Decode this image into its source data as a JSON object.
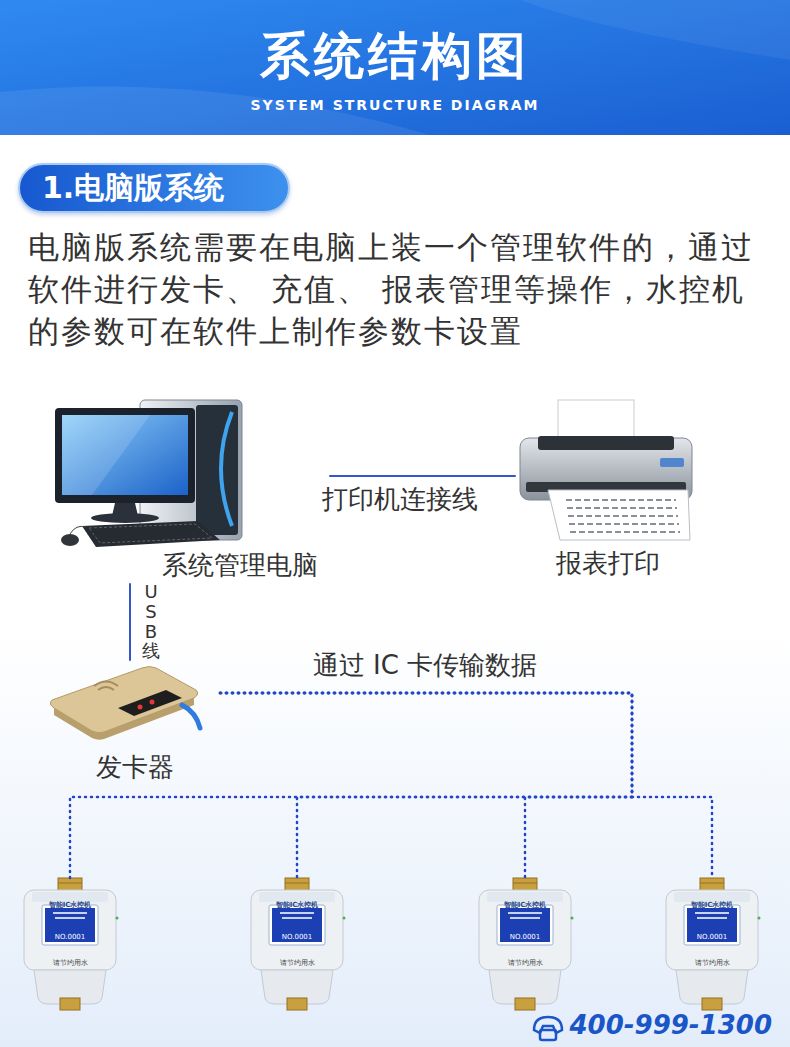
{
  "diagram": {
    "title": "系统结构图",
    "nodes": [
      {
        "text": [
          "1.电脑版系统"
        ]
      },
      {
        "text": [
          "系统管理电脑"
        ]
      },
      {
        "text": [
          "报表打印"
        ]
      },
      {
        "text": [
          "发卡器"
        ]
      },
      {
        "text": [
          "智能IC水控机",
          "NO.0001",
          "请节约用水"
        ]
      },
      {
        "text": [
          "智能IC水控机",
          "NO.0001",
          "请节约用水"
        ]
      },
      {
        "text": [
          "智能IC水控机",
          "NO.0001",
          "请节约用水"
        ]
      },
      {
        "text": [
          "智能IC水控机",
          "NO.0001",
          "请节约用水"
        ]
      }
    ],
    "edges": [
      {
        "from": 1,
        "to": 2,
        "arrow": "none",
        "label": "打印机连接线"
      },
      {
        "from": 1,
        "to": 3,
        "arrow": "none",
        "label": "USB线"
      },
      {
        "from": 3,
        "to": 4,
        "arrow": "none",
        "label": "通过 IC 卡传输数据"
      },
      {
        "from": 3,
        "to": 5,
        "arrow": "none"
      },
      {
        "from": 3,
        "to": 6,
        "arrow": "none"
      },
      {
        "from": 3,
        "to": 7,
        "arrow": "none"
      }
    ],
    "labels": [
      "SYSTEM STRUCTURE DIAGRAM",
      "电脑版系统需要在电脑上装一个管理软件的，通过 软件进行发卡、 充值、 报表管理等操作，水控机 的参数可在软件上制作参数卡设置",
      "400-999-1300"
    ]
  }
}
